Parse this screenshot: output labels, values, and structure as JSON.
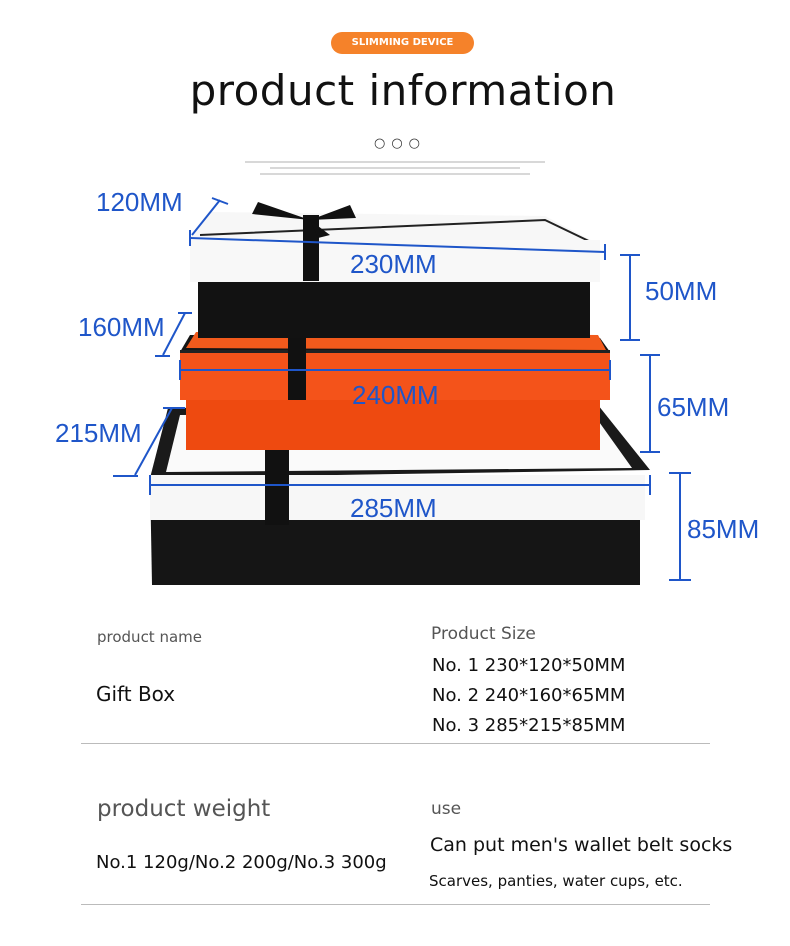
{
  "badge": "SLIMMING DEVICE",
  "title": "product information",
  "dots": "○○○",
  "accent_color": "#f5822a",
  "dimension_color": "#1f56c9",
  "dimensions": {
    "box1_depth": "120MM",
    "box1_width": "230MM",
    "box1_height": "50MM",
    "box2_depth": "160MM",
    "box2_width": "240MM",
    "box2_height": "65MM",
    "box3_depth": "215MM",
    "box3_width": "285MM",
    "box3_height": "85MM"
  },
  "info": {
    "name_label": "product name",
    "name_value": "Gift Box",
    "size_label": "Product Size",
    "sizes": [
      "No. 1 230*120*50MM",
      "No. 2 240*160*65MM",
      "No. 3 285*215*85MM"
    ],
    "weight_label": "product weight",
    "weight_value": "No.1 120g/No.2 200g/No.3 300g",
    "use_label": "use",
    "use_line1": "Can put men's wallet belt socks",
    "use_line2": "Scarves, panties, water cups, etc."
  }
}
